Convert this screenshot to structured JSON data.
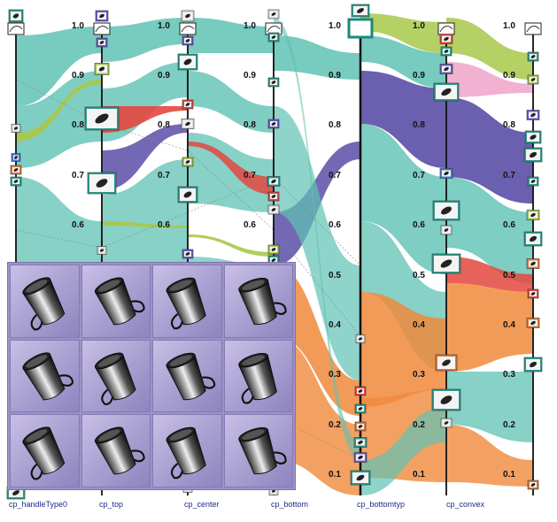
{
  "colors": {
    "teal": "#5fc2b4",
    "purple": "#5b4ea6",
    "orange": "#f08a3c",
    "red": "#e4473f",
    "lime": "#a8c84a",
    "pink": "#f0a3c8",
    "mug_bg": "#a79ed0"
  },
  "ticks": [
    "1.0",
    "0.9",
    "0.8",
    "0.7",
    "0.6",
    "0.5",
    "0.4",
    "0.3",
    "0.2",
    "0.1"
  ],
  "axes": [
    {
      "id": "cp_handleType0",
      "label": "cp_handleType0"
    },
    {
      "id": "cp_top",
      "label": "cp_top"
    },
    {
      "id": "cp_center",
      "label": "cp_center"
    },
    {
      "id": "cp_bottom",
      "label": "cp_bottom"
    },
    {
      "id": "cp_bottomtyp",
      "label": "cp_bottomtyp"
    },
    {
      "id": "cp_convex",
      "label": "cp_convex"
    }
  ],
  "inset": {
    "description_icon": "coffee-mug-thumbnail",
    "rows": 3,
    "cols": 4
  }
}
